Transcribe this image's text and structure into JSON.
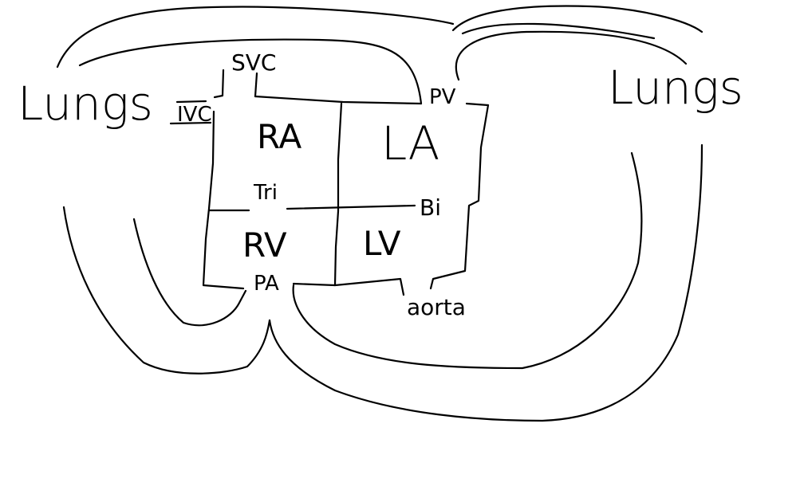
{
  "labels": {
    "lungs_left": "Lungs",
    "lungs_right": "Lungs",
    "svc": "SVC",
    "ivc": "IVC",
    "pv": "PV",
    "ra": "RA",
    "la": "LA",
    "tri": "Tri",
    "bi": "Bi",
    "rv": "RV",
    "lv": "LV",
    "pa": "PA",
    "aorta": "aorta"
  },
  "colors": {
    "ink": "#000000",
    "background": "#ffffff"
  }
}
